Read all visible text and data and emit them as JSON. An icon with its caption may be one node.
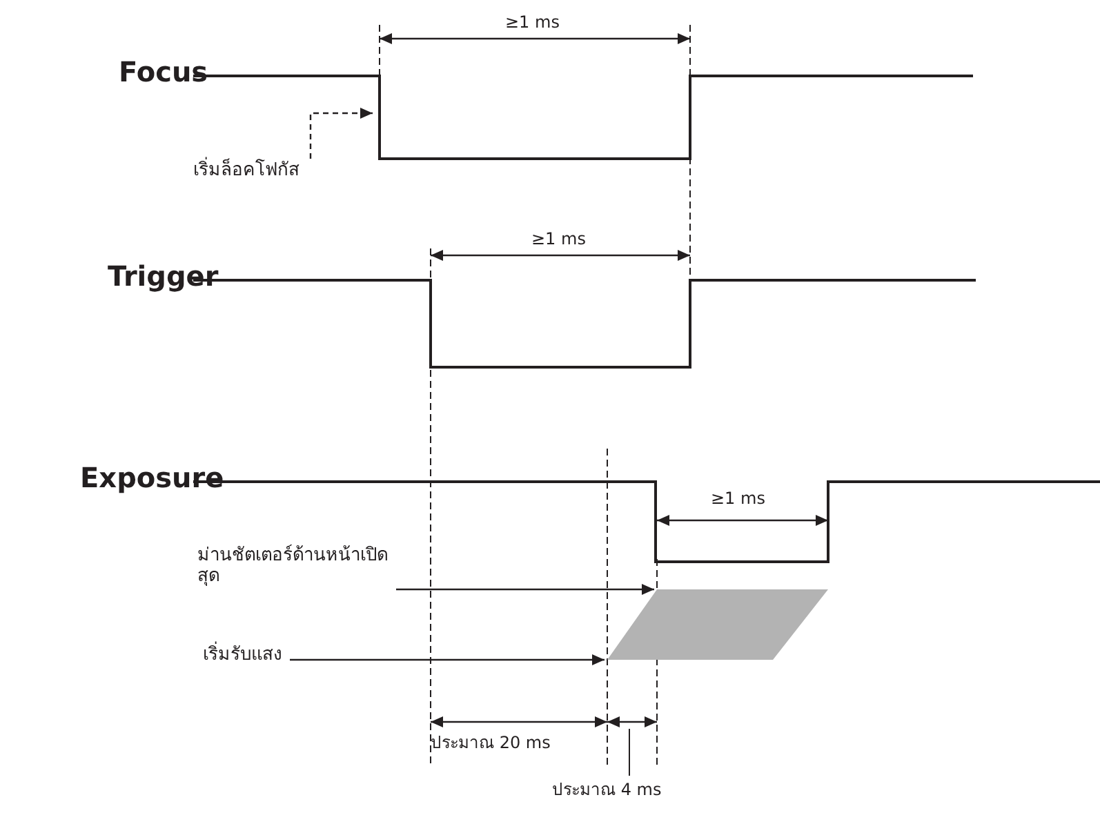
{
  "diagram": {
    "nodes": [
      {
        "text": [
          "เริ่มล็อคโฟกัส"
        ]
      },
      {
        "text": [
          "ม่านชัตเตอร์ด้านหน้าเปิดสุด"
        ]
      },
      {
        "text": [
          "เริ่มรับแสง"
        ]
      },
      {
        "text": [],
        "shape": "parallelogram"
      }
    ],
    "edges": [
      {
        "from": 0,
        "to": null,
        "arrow": "to",
        "style": "dashed"
      },
      {
        "from": 1,
        "to": 3,
        "arrow": "to"
      },
      {
        "from": 2,
        "to": 3,
        "arrow": "to"
      }
    ],
    "labels": [
      "≥1 ms",
      "Focus",
      "≥1 ms",
      "Trigger",
      "Exposure",
      "≥1 ms",
      "ประมาณ 20 ms",
      "ประมาณ 4 ms"
    ]
  }
}
